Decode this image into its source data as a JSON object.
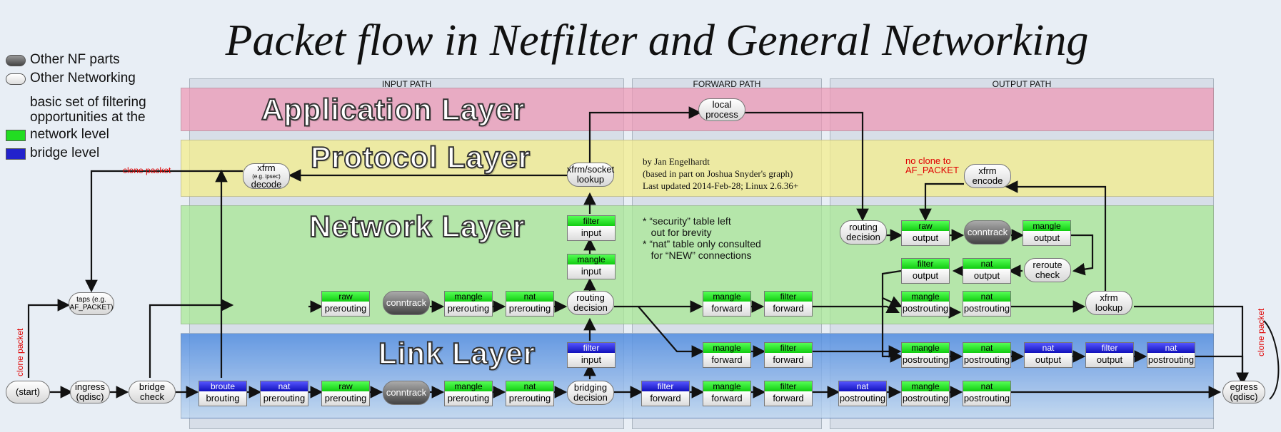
{
  "title": "Packet flow in Netfilter and General Networking",
  "legend": {
    "other_nf": "Other NF parts",
    "other_net": "Other Networking",
    "basic1": "basic set of filtering",
    "basic2": "opportunities at the",
    "network": "network level",
    "bridge": "bridge level"
  },
  "columns": {
    "input": "INPUT PATH",
    "forward": "FORWARD PATH",
    "output": "OUTPUT PATH"
  },
  "layers": {
    "application": "Application Layer",
    "protocol": "Protocol Layer",
    "network": "Network Layer",
    "link": "Link Layer"
  },
  "colors": {
    "application": "#f0b0c4",
    "protocol": "#f0ec9a",
    "network": "#b8e8a4",
    "link": "#7aa8e6",
    "green": "#22dd22",
    "blue": "#2222cc",
    "clone": "#e00000"
  },
  "credits": {
    "line1": "by Jan Engelhardt",
    "line2": "(based in part on Joshua Snyder's graph)",
    "line3": "Last updated 2014-Feb-28; Linux 2.6.36+"
  },
  "notes": {
    "n1": "* “security” table left",
    "n2": "   out for brevity",
    "n3": "* “nat” table only consulted",
    "n4": "   for “NEW” connections"
  },
  "red_labels": {
    "clone_top": "clone packet",
    "clone_left": "clone packet",
    "clone_right": "clone packet",
    "no_clone1": "no clone to",
    "no_clone2": "AF_PACKET"
  },
  "nodes": {
    "start": "(start)",
    "ingress1": "ingress",
    "ingress2": "(qdisc)",
    "bridge_check1": "bridge",
    "bridge_check2": "check",
    "taps1": "taps (e.g.",
    "taps2": "AF_PACKET)",
    "xfrm_decode1": "xfrm",
    "xfrm_decode_small": "(e.g. ipsec)",
    "xfrm_decode2": "decode",
    "xfrm_socket1": "xfrm/socket",
    "xfrm_socket2": "lookup",
    "local_process1": "local",
    "local_process2": "process",
    "conntrack": "conntrack",
    "routing1": "routing",
    "routing2": "decision",
    "bridging1": "bridging",
    "bridging2": "decision",
    "reroute1": "reroute",
    "reroute2": "check",
    "xfrm_encode1": "xfrm",
    "xfrm_encode2": "encode",
    "xfrm_lookup1": "xfrm",
    "xfrm_lookup2": "lookup",
    "egress1": "egress",
    "egress2": "(qdisc)"
  },
  "chains": {
    "raw_prerouting_net": {
      "table": "raw",
      "chain": "prerouting"
    },
    "mangle_prerouting_net": {
      "table": "mangle",
      "chain": "prerouting"
    },
    "nat_prerouting_net": {
      "table": "nat",
      "chain": "prerouting"
    },
    "mangle_input_net": {
      "table": "mangle",
      "chain": "input"
    },
    "filter_input_net": {
      "table": "filter",
      "chain": "input"
    },
    "mangle_forward_net": {
      "table": "mangle",
      "chain": "forward"
    },
    "filter_forward_net": {
      "table": "filter",
      "chain": "forward"
    },
    "raw_output_net": {
      "table": "raw",
      "chain": "output"
    },
    "mangle_output_net": {
      "table": "mangle",
      "chain": "output"
    },
    "filter_output_net": {
      "table": "filter",
      "chain": "output"
    },
    "nat_output_net": {
      "table": "nat",
      "chain": "output"
    },
    "mangle_postrouting_net": {
      "table": "mangle",
      "chain": "postrouting"
    },
    "nat_postrouting_net": {
      "table": "nat",
      "chain": "postrouting"
    },
    "filter_input_link": {
      "table": "filter",
      "chain": "input"
    },
    "mangle_forward_link": {
      "table": "mangle",
      "chain": "forward"
    },
    "filter_forward_link": {
      "table": "filter",
      "chain": "forward"
    },
    "mangle_postrouting_link": {
      "table": "mangle",
      "chain": "postrouting"
    },
    "nat_postrouting_link": {
      "table": "nat",
      "chain": "postrouting"
    },
    "nat_output_link": {
      "table": "nat",
      "chain": "output"
    },
    "filter_output_link": {
      "table": "filter",
      "chain": "output"
    },
    "nat_postrouting_link2": {
      "table": "nat",
      "chain": "postrouting"
    },
    "broute_brouting": {
      "table": "broute",
      "chain": "brouting"
    },
    "nat_prerouting_bot": {
      "table": "nat",
      "chain": "prerouting"
    },
    "raw_prerouting_bot": {
      "table": "raw",
      "chain": "prerouting"
    },
    "mangle_prerouting_bot": {
      "table": "mangle",
      "chain": "prerouting"
    },
    "nat_prerouting_bot2": {
      "table": "nat",
      "chain": "prerouting"
    },
    "filter_forward_bot": {
      "table": "filter",
      "chain": "forward"
    },
    "mangle_forward_bot": {
      "table": "mangle",
      "chain": "forward"
    },
    "filter_forward_bot2": {
      "table": "filter",
      "chain": "forward"
    },
    "nat_postrouting_bot": {
      "table": "nat",
      "chain": "postrouting"
    },
    "mangle_postrouting_bot": {
      "table": "mangle",
      "chain": "postrouting"
    },
    "nat_postrouting_bot2": {
      "table": "nat",
      "chain": "postrouting"
    }
  }
}
